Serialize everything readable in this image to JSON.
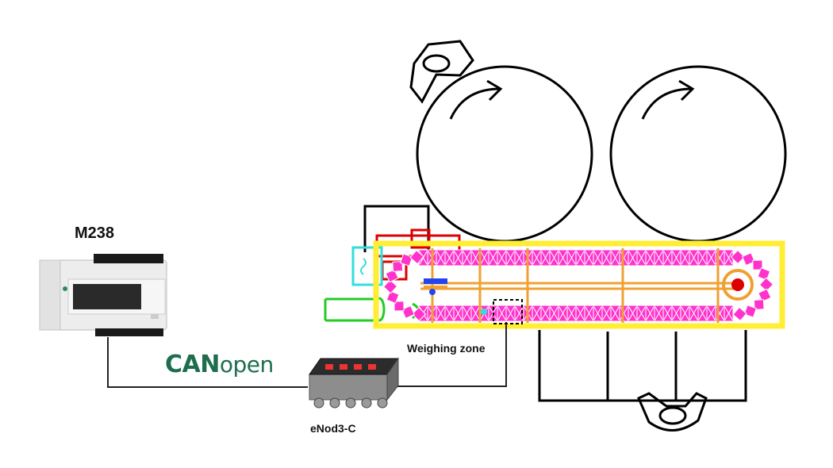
{
  "labels": {
    "plc": "M238",
    "weighing_zone": "Weighing zone",
    "transmitter": "eNod3-C"
  },
  "canopen_logo": {
    "can": "CAN",
    "open": "open",
    "color": "#1e6e4e"
  },
  "colors": {
    "chain": "#ff33cc",
    "frame": "#ffee33",
    "guides": "#f0a030",
    "accent_red": "#dd0000",
    "accent_cyan": "#33dddd",
    "accent_green": "#22cc22",
    "accent_blue": "#2244ee",
    "wire": "#222222"
  }
}
